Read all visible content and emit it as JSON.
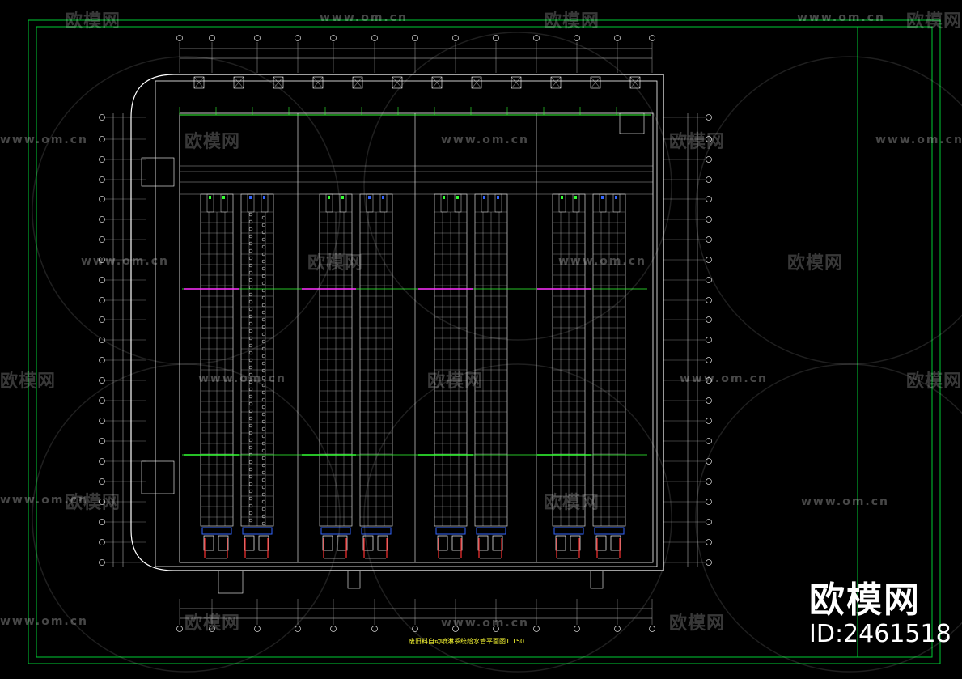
{
  "drawing": {
    "title": "废旧料自动喷淋系统给水管平面图1:150",
    "colors": {
      "frame": "#00cc33",
      "wall": "#ffffff",
      "grid": "#cfcfcf",
      "rack": "#d9d9d9",
      "pipe_magenta": "#ff33ff",
      "pipe_green": "#33ff33",
      "equip_red": "#ff3333",
      "equip_blue": "#3366ff",
      "label_yellow": "#ffff33"
    }
  },
  "watermark": {
    "brand_cn": "欧模网",
    "url": "www.om.cn",
    "id_label": "ID:2461518"
  }
}
